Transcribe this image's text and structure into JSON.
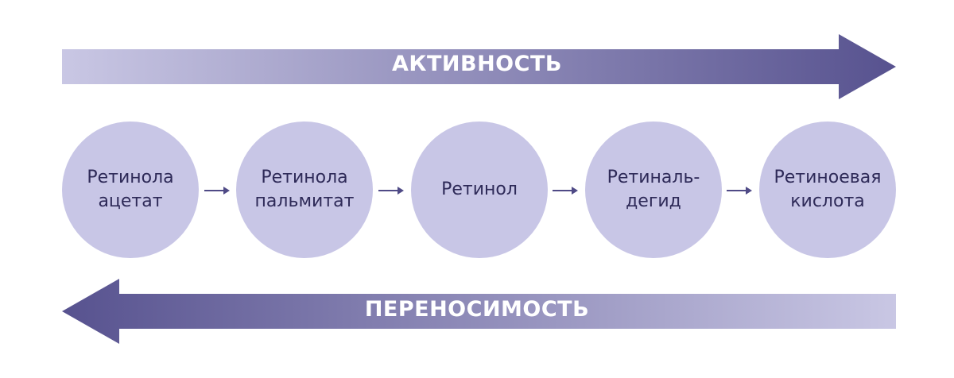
{
  "arrows": {
    "top_label": "АКТИВНОСТЬ",
    "bottom_label": "ПЕРЕНОСИМОСТЬ"
  },
  "stages": [
    {
      "label": "Ретинола\nацетат"
    },
    {
      "label": "Ретинола\nпальмитат"
    },
    {
      "label": "Ретинол"
    },
    {
      "label": "Ретиналь-\nдегид"
    },
    {
      "label": "Ретиноевая\nкислота"
    }
  ],
  "colors": {
    "arrow_light": "#c9c7e4",
    "arrow_dark": "#5a5591",
    "circle_fill": "#c8c6e6",
    "circle_text": "#2e2a58",
    "flow_arrow": "#4f4a86"
  }
}
